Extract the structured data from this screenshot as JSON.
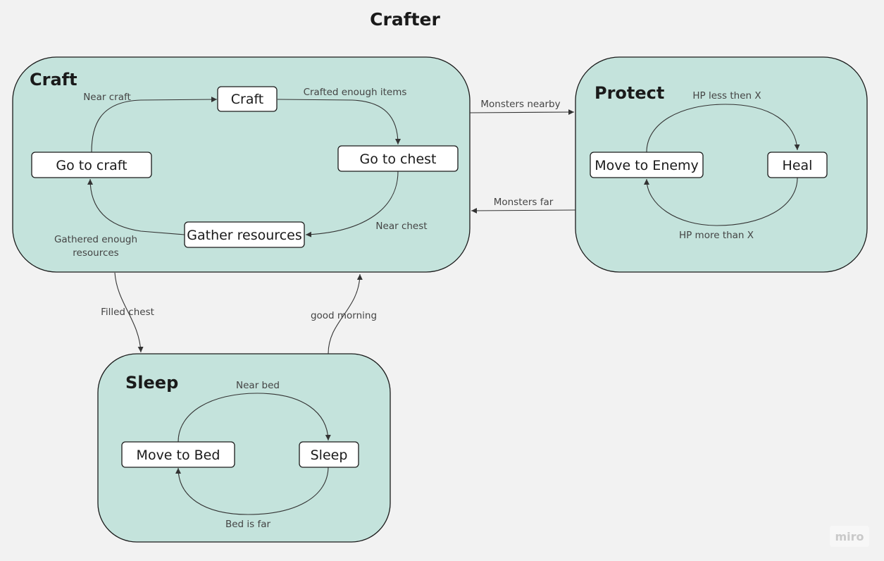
{
  "diagram": {
    "title": "Crafter",
    "watermark": "miro",
    "colors": {
      "group_fill": "#c4e3dc",
      "background": "#f2f2f2",
      "state_fill": "#ffffff",
      "stroke": "#1a1a1a"
    },
    "groups": {
      "craft": {
        "title": "Craft",
        "states": {
          "craft": "Craft",
          "go_to_chest": "Go to chest",
          "gather_resources": "Gather resources",
          "go_to_craft": "Go to craft"
        },
        "transitions": {
          "near_craft": "Near craft",
          "crafted_enough_items": "Crafted enough items",
          "near_chest": "Near chest",
          "gathered_enough_line1": "Gathered enough",
          "gathered_enough_line2": "resources"
        }
      },
      "protect": {
        "title": "Protect",
        "states": {
          "move_to_enemy": "Move to Enemy",
          "heal": "Heal"
        },
        "transitions": {
          "hp_less": "HP less then X",
          "hp_more": "HP more than X"
        }
      },
      "sleep": {
        "title": "Sleep",
        "states": {
          "move_to_bed": "Move to Bed",
          "sleep": "Sleep"
        },
        "transitions": {
          "near_bed": "Near bed",
          "bed_is_far": "Bed is far"
        }
      }
    },
    "inter_group_transitions": {
      "monsters_nearby": "Monsters nearby",
      "monsters_far": "Monsters far",
      "filled_chest": "Filled chest",
      "good_morning": "good morning"
    }
  }
}
